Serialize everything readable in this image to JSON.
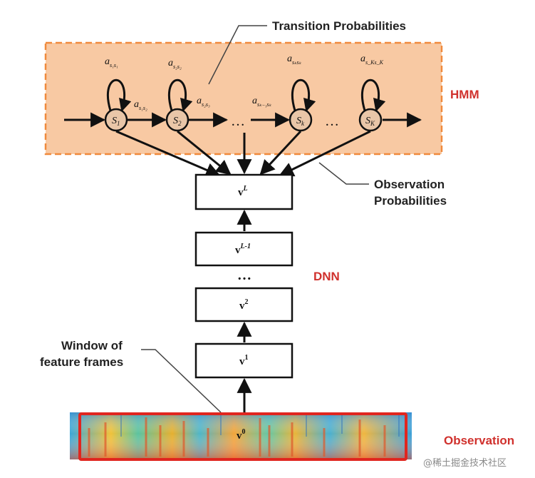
{
  "callouts": {
    "transition": "Transition Probabilities",
    "observation_probs_line1": "Observation",
    "observation_probs_line2": "Probabilities",
    "window_line1": "Window of",
    "window_line2": "feature frames"
  },
  "labels": {
    "hmm": "HMM",
    "dnn": "DNN",
    "observation": "Observation"
  },
  "hmm": {
    "states": [
      {
        "base": "S",
        "sub": "1"
      },
      {
        "base": "S",
        "sub": "2"
      },
      {
        "base": "S",
        "sub": "k"
      },
      {
        "base": "S",
        "sub": "K"
      }
    ],
    "self_loops": [
      {
        "base": "a",
        "sub": "s₁s₁"
      },
      {
        "base": "a",
        "sub": "s₂s₂"
      },
      {
        "base": "a",
        "sub": "sₖsₖ"
      },
      {
        "base": "a",
        "sub": "s_Ks_K"
      }
    ],
    "transitions": [
      {
        "base": "a",
        "sub": "s₁s₂"
      },
      {
        "base": "a",
        "sub": "s₂s₃"
      },
      {
        "base": "a",
        "sub": "sₖ₋₁sₖ"
      }
    ],
    "ellipsis": "…"
  },
  "dnn": {
    "layers": [
      {
        "base": "v",
        "sup": "L"
      },
      {
        "base": "v",
        "sup": "L-1"
      },
      {
        "base": "v",
        "sup": "2"
      },
      {
        "base": "v",
        "sup": "1"
      }
    ],
    "ellipsis": "…",
    "input": {
      "base": "v",
      "sup": "0"
    }
  },
  "watermark": "@稀土掘金技术社区",
  "colors": {
    "hmm_fill": "#f8c9a3",
    "hmm_border": "#f08a3c",
    "window_border": "#e0261f",
    "red_text": "#d0312d"
  }
}
